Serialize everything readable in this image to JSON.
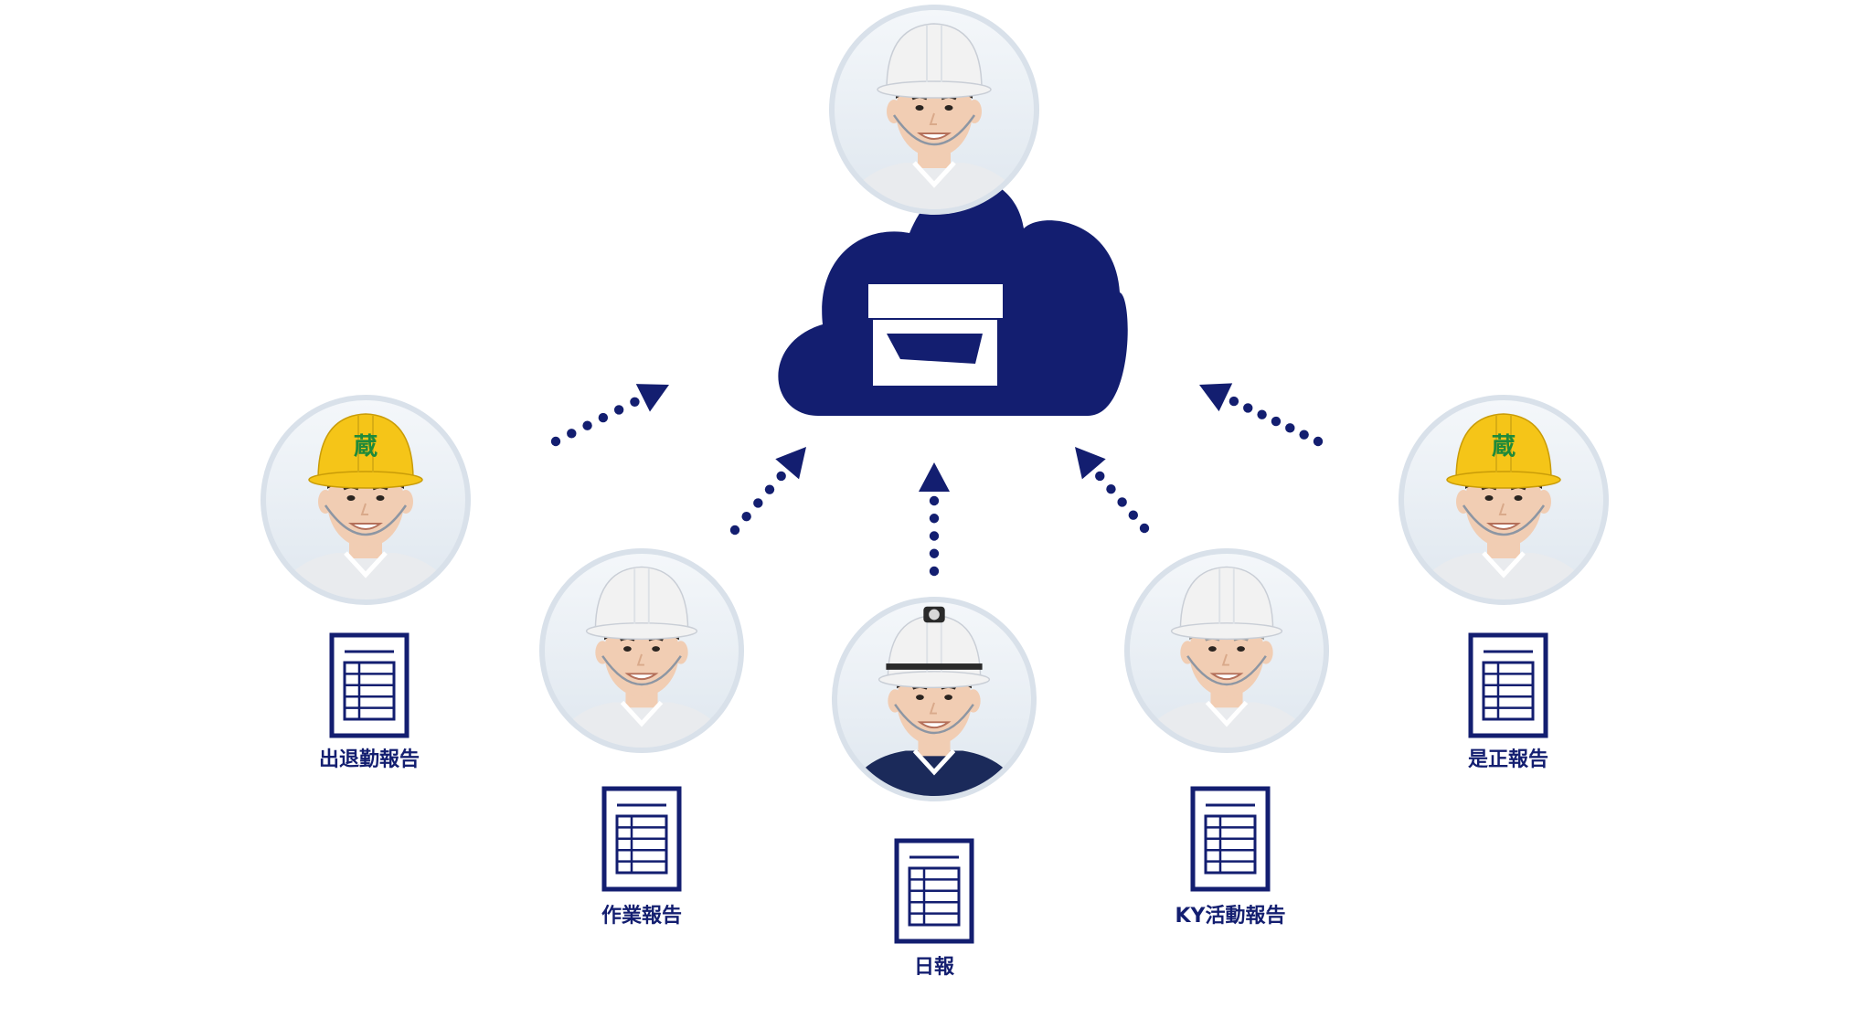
{
  "colors": {
    "primary": "#131e70",
    "avatar_ring": "#d9e1ea",
    "avatar_bg_top": "#f4f7fa",
    "avatar_bg_bottom": "#dfe7ef",
    "skin": "#f1cdb3",
    "helmet_white": "#f2f2f2",
    "helmet_yellow": "#f5c518",
    "logo_green": "#1f8a3a",
    "hair": "#2b2420",
    "hair_gray": "#9a9a9a",
    "shirt_light": "#e9ebee",
    "shirt_navy": "#1b2a5a"
  },
  "cloud": {
    "icon": "archive-box-icon"
  },
  "central_person": {
    "icon": "worker-avatar-icon",
    "helmet": "white",
    "hair": "dark",
    "outfit": "light"
  },
  "workers": [
    {
      "id": "attendance",
      "label": "出退勤報告",
      "helmet": "yellow",
      "logo": "蔵",
      "hair": "dark",
      "outfit": "light"
    },
    {
      "id": "work",
      "label": "作業報告",
      "helmet": "white",
      "logo": "",
      "hair": "dark",
      "outfit": "light"
    },
    {
      "id": "daily",
      "label": "日報",
      "helmet": "white-headlamp",
      "logo": "",
      "hair": "dark",
      "outfit": "navy"
    },
    {
      "id": "ky",
      "label": "KY活動報告",
      "helmet": "white",
      "logo": "",
      "hair": "gray",
      "outfit": "light"
    },
    {
      "id": "correction",
      "label": "是正報告",
      "helmet": "yellow",
      "logo": "蔵",
      "hair": "dark",
      "outfit": "light"
    }
  ]
}
